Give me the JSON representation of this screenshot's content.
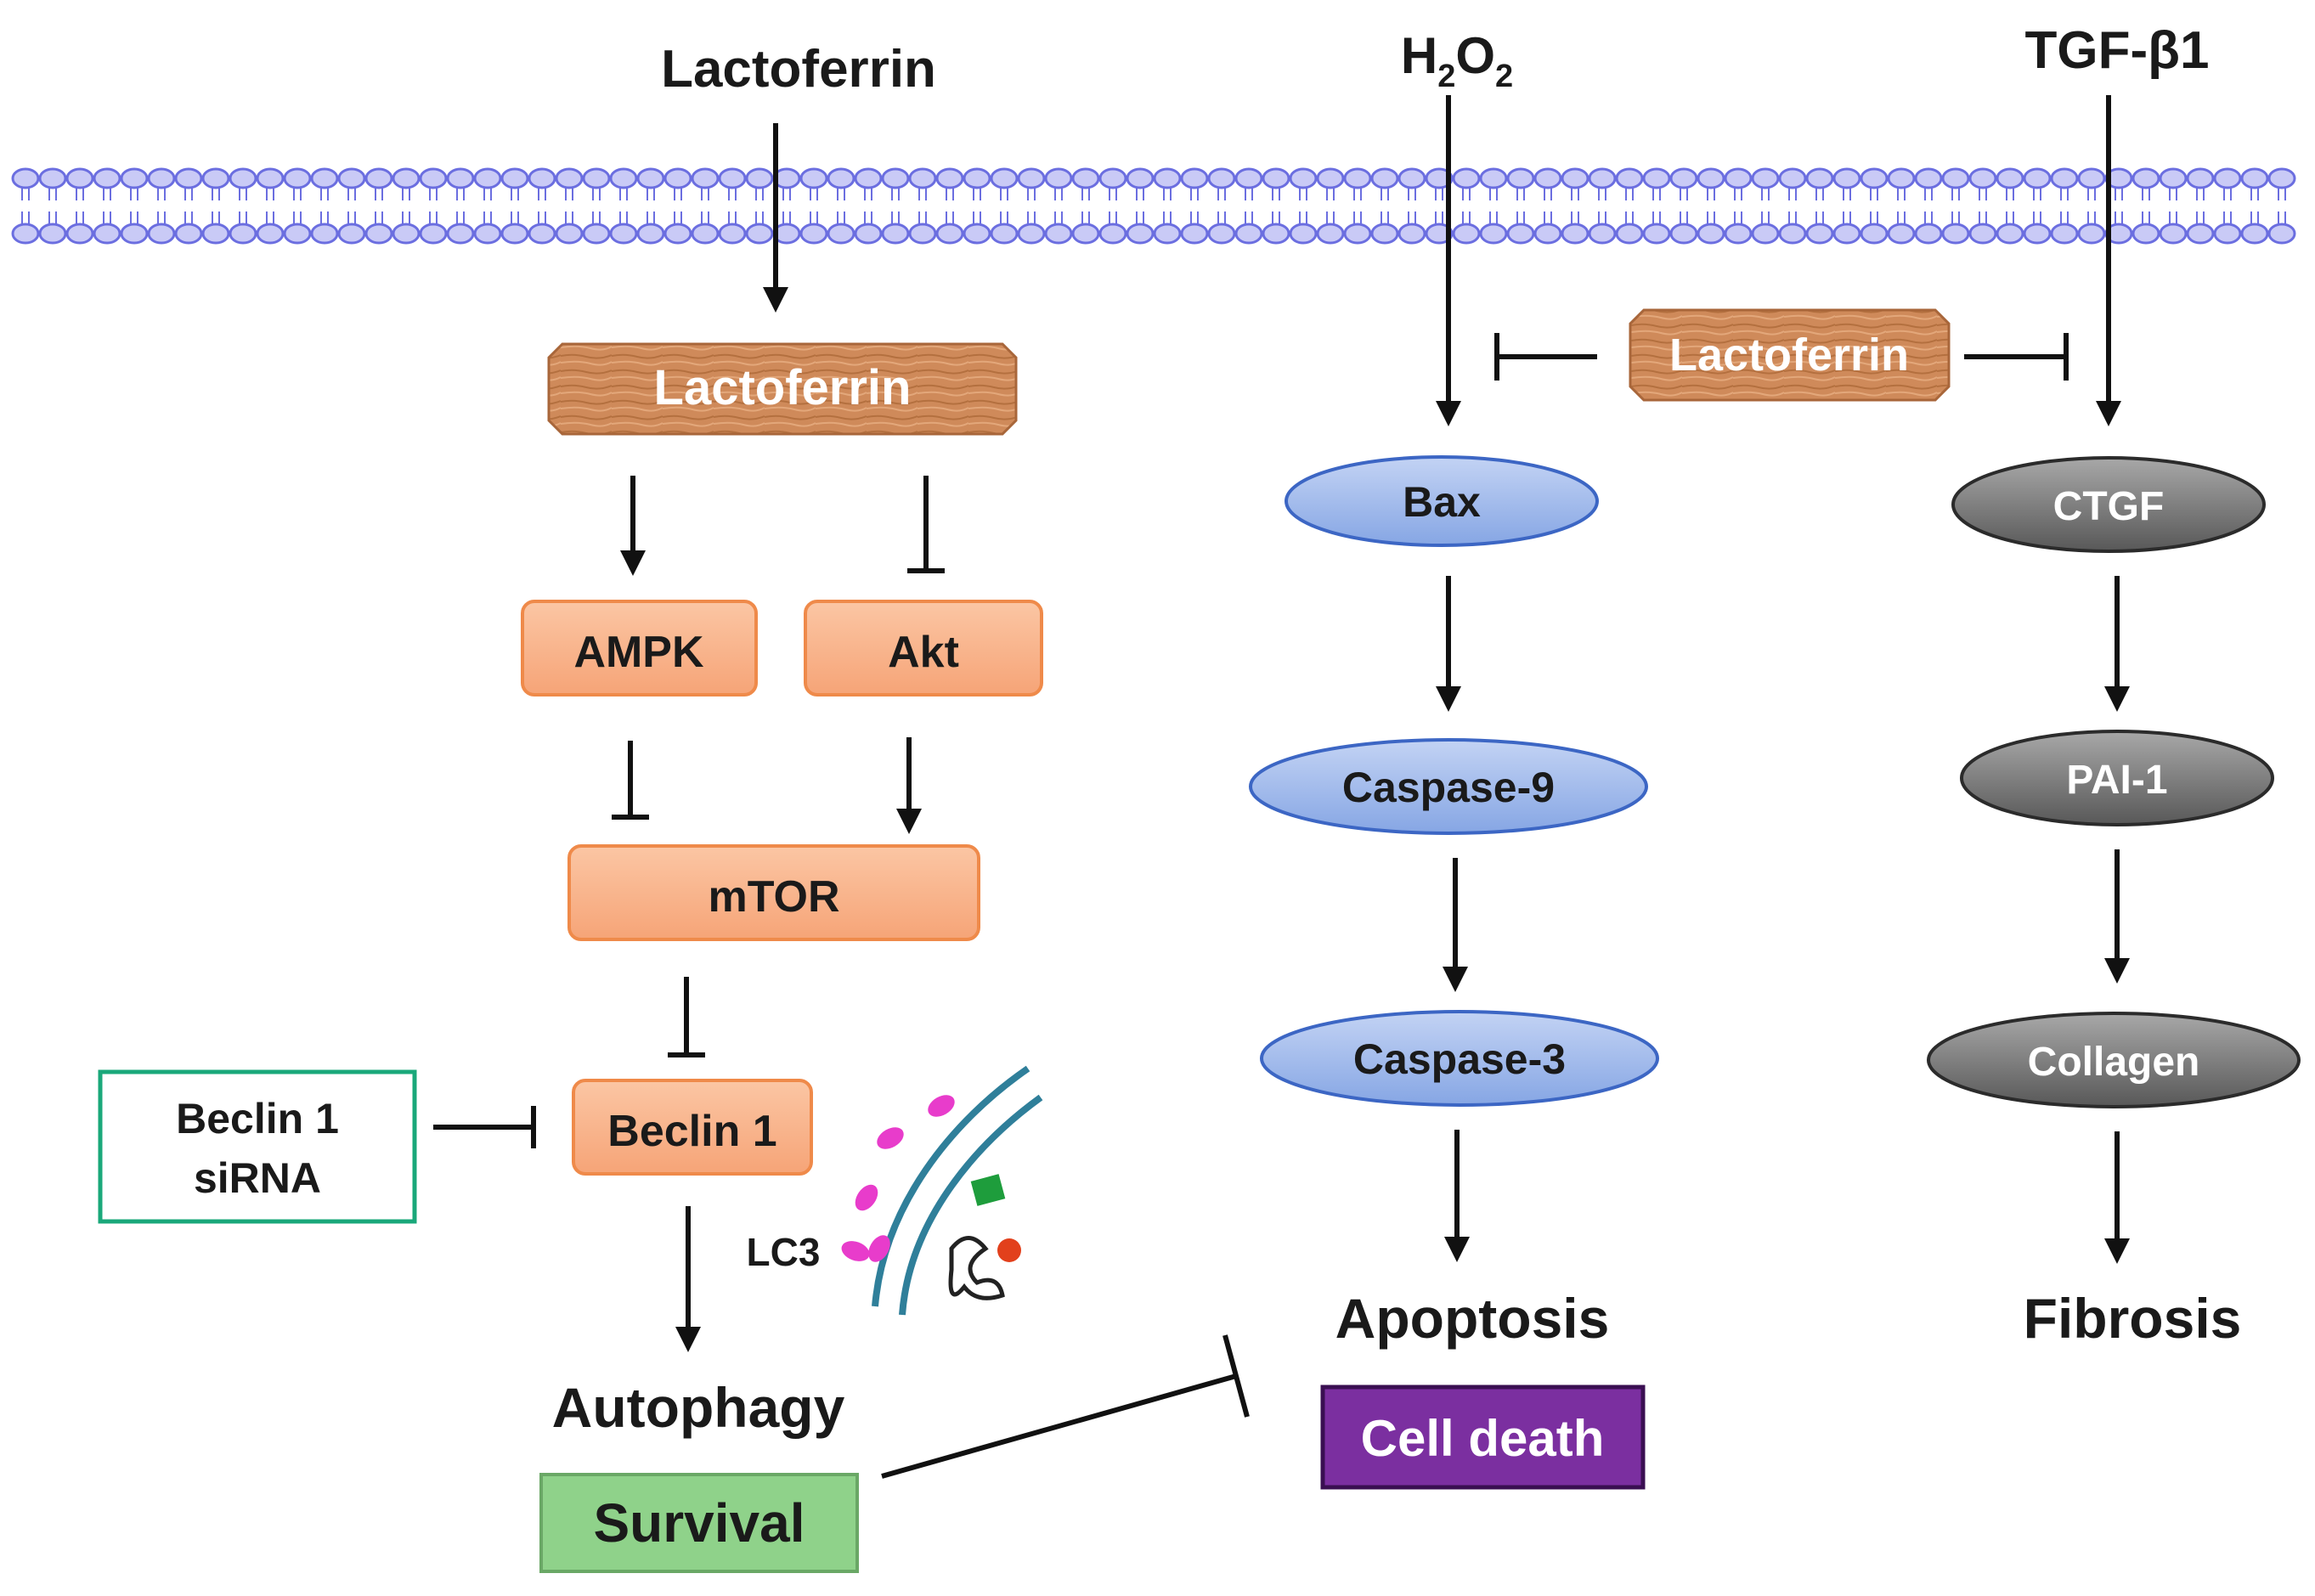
{
  "title": "",
  "colors": {
    "membrane": "#6b6ee0",
    "membrane_fill": "#c9caf6",
    "wood": "#cf8a5a",
    "orange_box": "#f8b48c",
    "orange_border": "#ef8a4a",
    "blue_ellipse": "#9ab6ea",
    "blue_border": "#3c66c4",
    "gray_ellipse": "#6a6a6a",
    "gray_border": "#2b2b2b",
    "survival": "#8fd28a",
    "cell_death": "#7b2fa0",
    "sirna_border": "#1aa87a",
    "lc3_bead": "#e83ccb",
    "vesicle": "#2f7f9a"
  },
  "signals": {
    "lactoferrin": "Lactoferrin",
    "h2o2_main": "H",
    "h2o2_sub1": "2",
    "h2o2_mid": "O",
    "h2o2_sub2": "2",
    "tgf": "TGF-β1"
  },
  "autophagy_path": {
    "lactoferrin_box": "Lactoferrin",
    "ampk": "AMPK",
    "akt": "Akt",
    "mtor": "mTOR",
    "beclin": "Beclin 1",
    "sirna_line1": "Beclin 1",
    "sirna_line2": "siRNA",
    "lc3": "LC3",
    "outcome": "Autophagy",
    "survival": "Survival"
  },
  "apoptosis_path": {
    "lactoferrin_box": "Lactoferrin",
    "bax": "Bax",
    "caspase9": "Caspase-9",
    "caspase3": "Caspase-3",
    "outcome": "Apoptosis",
    "cell_death": "Cell death"
  },
  "fibrosis_path": {
    "ctgf": "CTGF",
    "pai1": "PAI-1",
    "collagen": "Collagen",
    "outcome": "Fibrosis"
  }
}
